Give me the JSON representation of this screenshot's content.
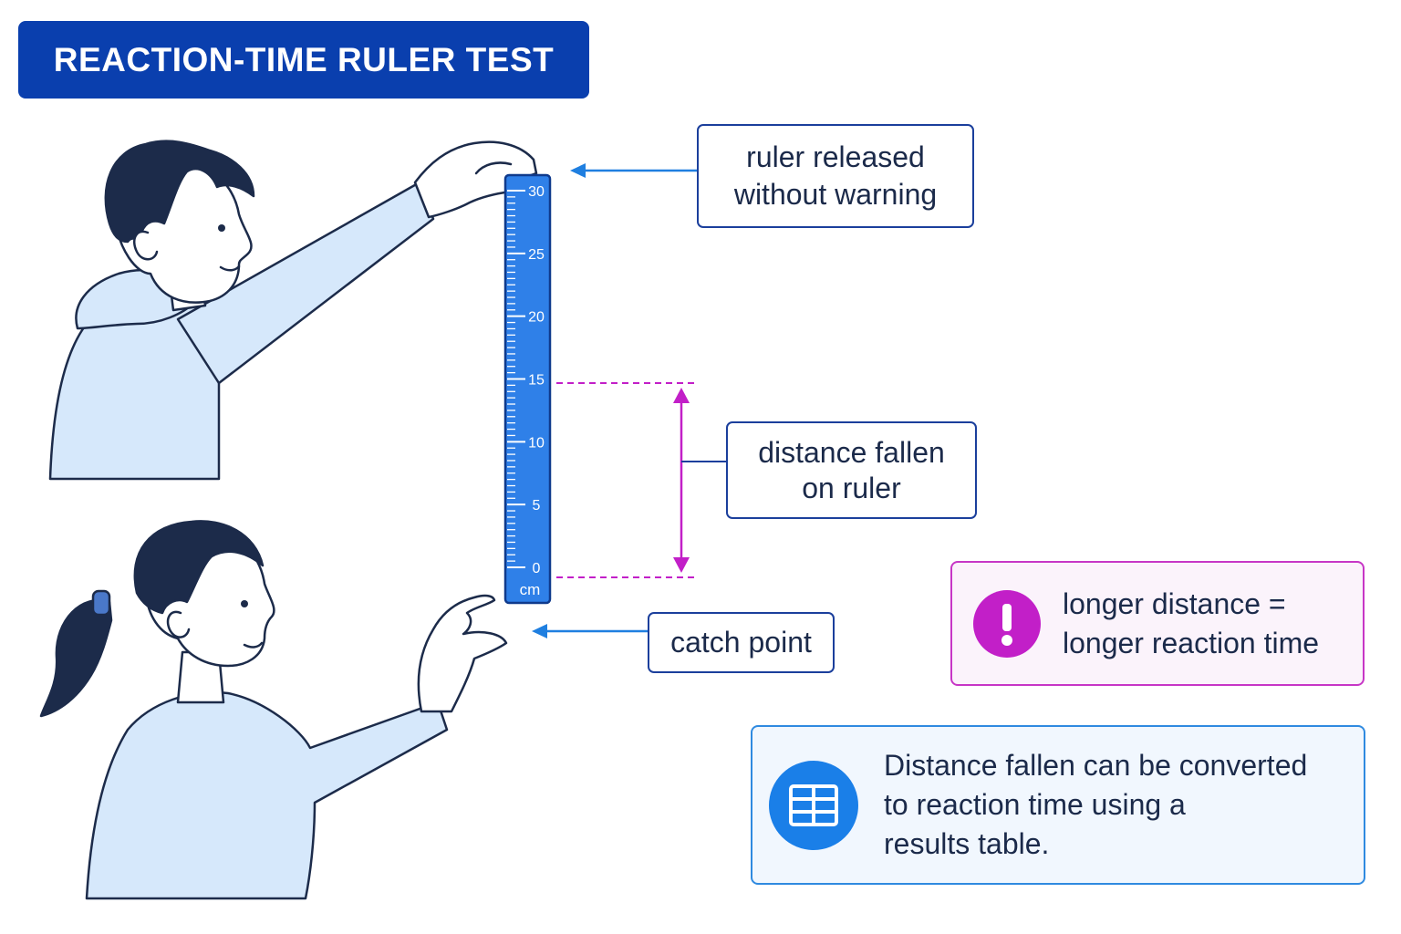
{
  "title": "REACTION-TIME RULER TEST",
  "ruler": {
    "unit": "cm",
    "tick_labels": [
      "30",
      "25",
      "20",
      "15",
      "10",
      "5",
      "0"
    ]
  },
  "callouts": {
    "release": "ruler released\nwithout warning",
    "distance": "distance fallen\non ruler",
    "catch": "catch point"
  },
  "notes": {
    "warning": {
      "icon": "exclamation-icon",
      "text": "longer distance =\nlonger reaction time"
    },
    "table": {
      "icon": "table-icon",
      "text": "Distance fallen can be converted\nto reaction time using a\nresults table."
    }
  },
  "colors": {
    "title_bg": "#0a3fae",
    "ruler": "#2f80e8",
    "measure": "#c21fc8",
    "arrow": "#1f7fe0",
    "shirt": "#d6e8fb",
    "hair": "#1c2b4a"
  }
}
